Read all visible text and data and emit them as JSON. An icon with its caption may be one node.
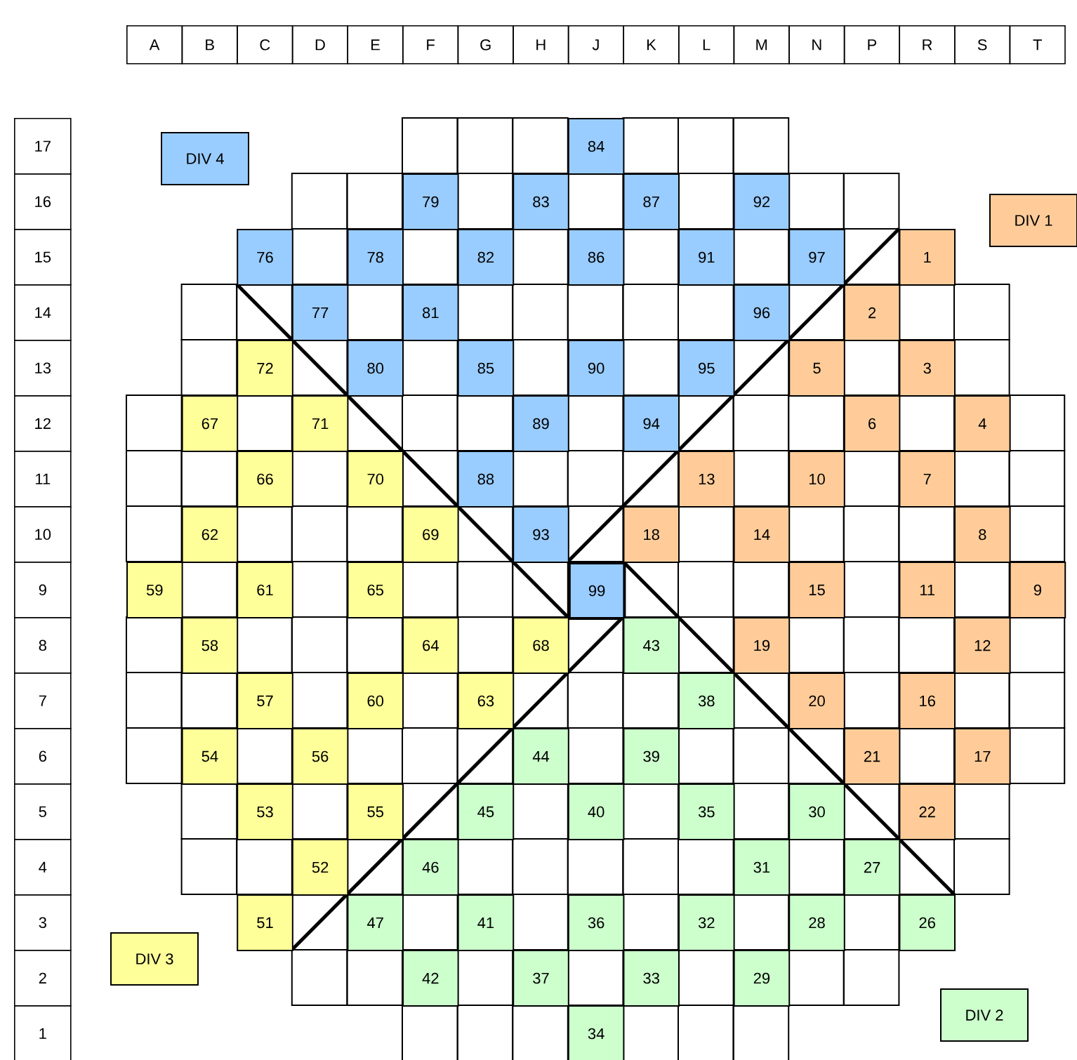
{
  "diagram": {
    "labels": [
      "A",
      "B",
      "C",
      "D",
      "E",
      "F",
      "G",
      "H",
      "J",
      "K",
      "L",
      "M",
      "N",
      "P",
      "R",
      "S",
      "T",
      "17",
      "16",
      "15",
      "14",
      "13",
      "12",
      "11",
      "10",
      "9",
      "8",
      "7",
      "6",
      "5",
      "4",
      "3",
      "2",
      "1",
      "84",
      "79",
      "83",
      "87",
      "92",
      "76",
      "78",
      "82",
      "86",
      "91",
      "97",
      "1",
      "77",
      "81",
      "96",
      "2",
      "72",
      "80",
      "85",
      "90",
      "95",
      "5",
      "3",
      "67",
      "71",
      "89",
      "94",
      "6",
      "4",
      "66",
      "70",
      "88",
      "13",
      "10",
      "7",
      "62",
      "69",
      "93",
      "18",
      "14",
      "8",
      "59",
      "61",
      "65",
      "99",
      "15",
      "11",
      "9",
      "58",
      "64",
      "68",
      "43",
      "19",
      "12",
      "57",
      "60",
      "63",
      "38",
      "20",
      "16",
      "54",
      "56",
      "44",
      "39",
      "21",
      "17",
      "53",
      "55",
      "45",
      "40",
      "35",
      "30",
      "22",
      "52",
      "46",
      "31",
      "27",
      "51",
      "47",
      "41",
      "36",
      "32",
      "28",
      "26",
      "42",
      "37",
      "33",
      "29",
      "34"
    ],
    "legend": [
      {
        "text": "DIV 4",
        "color": "#99ccff"
      },
      {
        "text": "DIV 1",
        "color": "#ffcc99"
      },
      {
        "text": "DIV 3",
        "color": "#ffff99"
      },
      {
        "text": "DIV 2",
        "color": "#ccffcc"
      }
    ]
  }
}
